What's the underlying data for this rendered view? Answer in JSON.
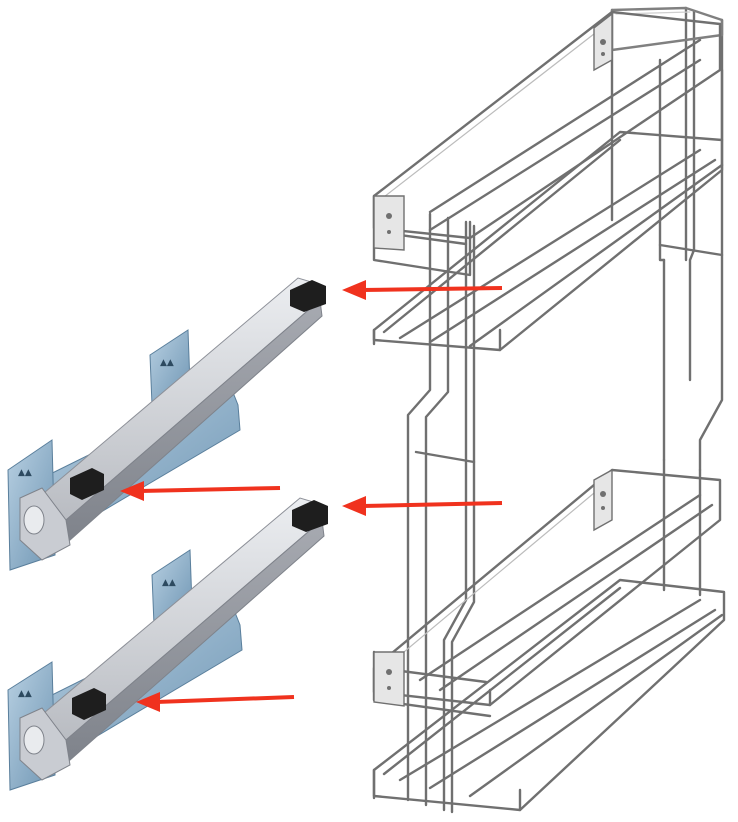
{
  "colors": {
    "background": "#ffffff",
    "wire_chrome": "#6e6e6e",
    "wire_highlight": "#d8d8d8",
    "rail_light": "#dcdde0",
    "rail_mid": "#b9bcc2",
    "rail_dark": "#8d9098",
    "bracket_blue": "#8fb4cf",
    "bracket_dark": "#5a7f9c",
    "clip_black": "#1e1e1e",
    "arrow_red": "#f0321e"
  },
  "illustration": {
    "left_items": [
      "slide-rail-upper",
      "slide-rail-lower"
    ],
    "right_item": "wire-basket-pullout",
    "arrow_count": 4
  }
}
